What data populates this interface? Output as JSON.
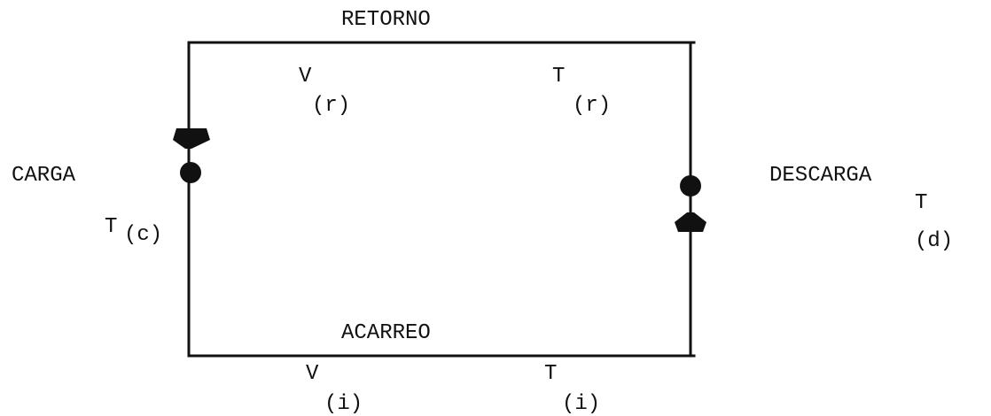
{
  "labels": {
    "top": "RETORNO",
    "bottom": "ACARREO",
    "left": "CARGA",
    "right": "DESCARGA",
    "v_return": "V",
    "v_return_sub": "(r)",
    "t_return": "T",
    "t_return_sub": "(r)",
    "t_load": "T",
    "t_load_sub": "(c)",
    "t_unload": "T",
    "t_unload_sub": "(d)",
    "v_haul": "V",
    "v_haul_sub": "(i)",
    "t_haul": "T",
    "t_haul_sub": "(i)"
  }
}
